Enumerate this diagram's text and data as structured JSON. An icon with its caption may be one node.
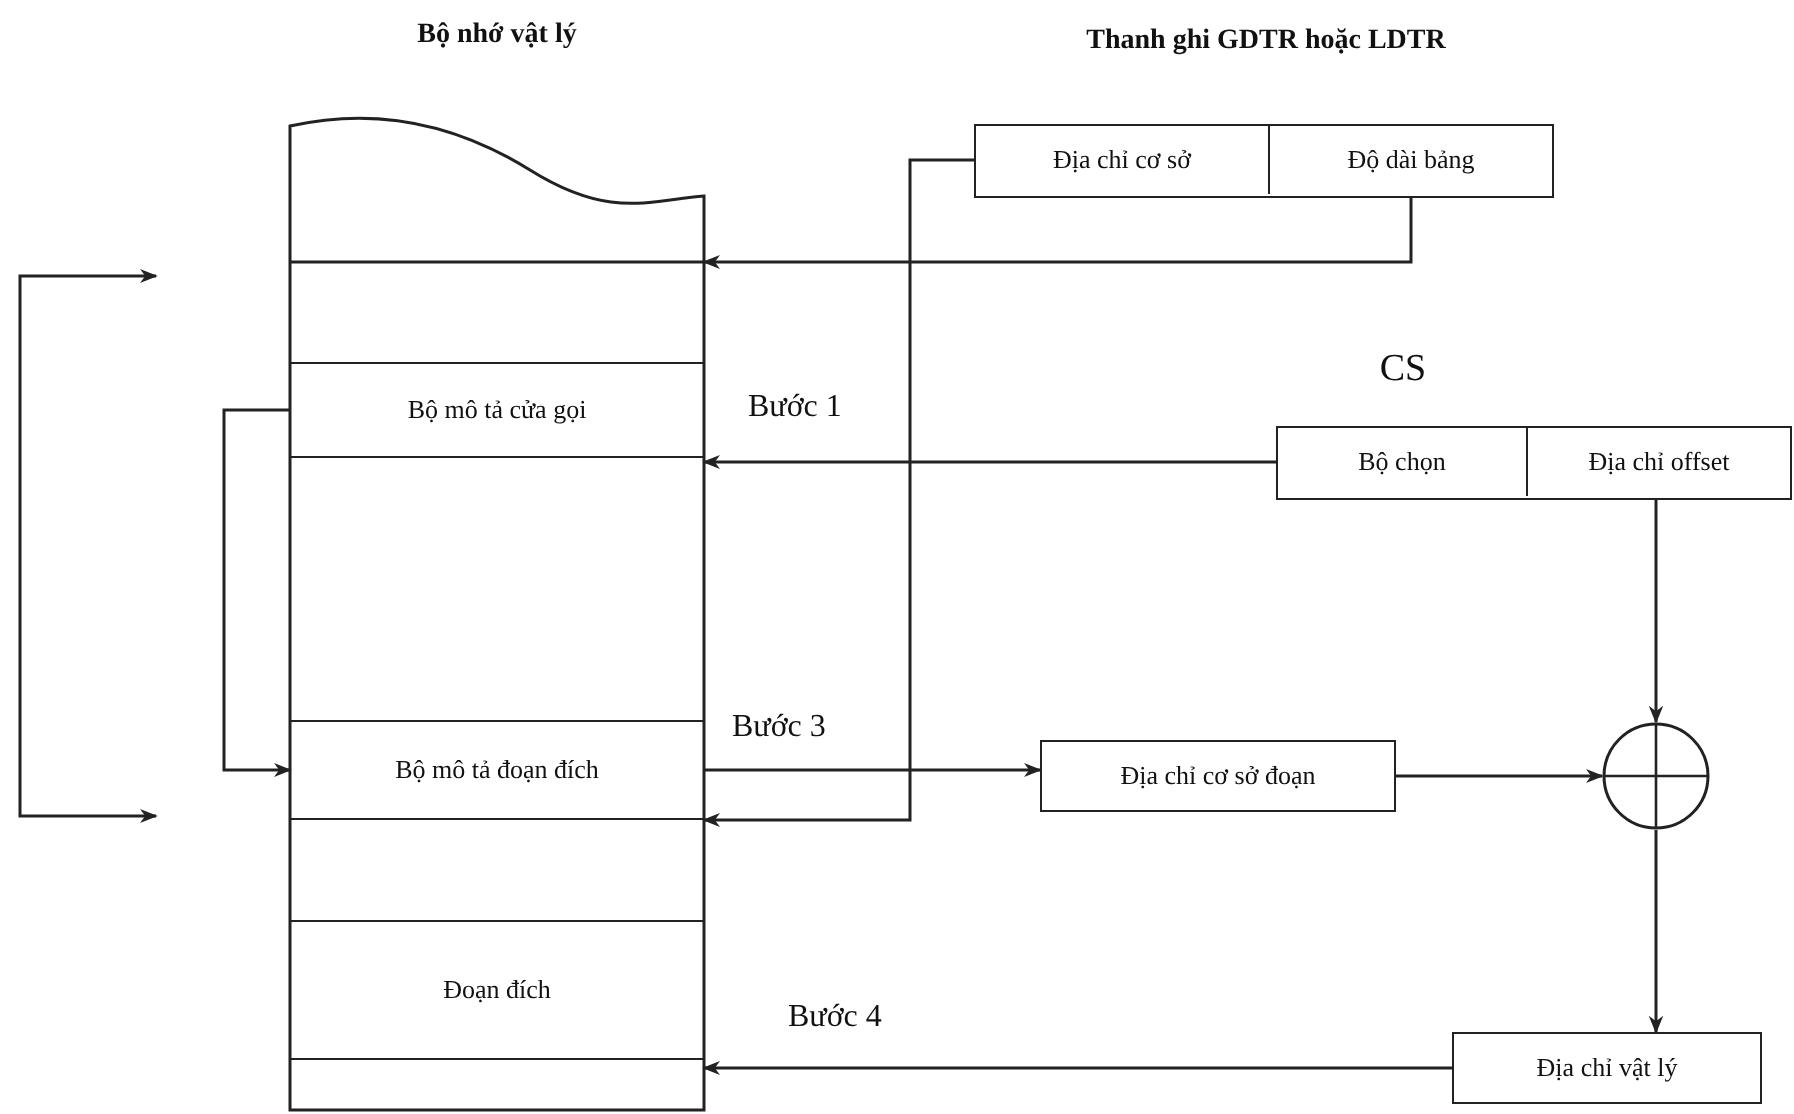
{
  "diagram": {
    "nodes": [
      {
        "text": [
          "Bộ nhớ vật lý"
        ]
      },
      {
        "text": [
          "Bộ mô tả cửa gọi"
        ],
        "in": 0
      },
      {
        "text": [
          "Bộ mô tả đoạn đích"
        ],
        "in": 0
      },
      {
        "text": [
          "Đoạn đích"
        ],
        "in": 0
      },
      {
        "text": [
          "Thanh ghi GDTR hoặc LDTR"
        ]
      },
      {
        "text": [
          "Địa chỉ cơ sở"
        ],
        "in": 4
      },
      {
        "text": [
          "Độ dài bảng"
        ],
        "in": 4
      },
      {
        "text": [
          "CS"
        ]
      },
      {
        "text": [
          "Bộ chọn"
        ],
        "in": 7
      },
      {
        "text": [
          "Địa chỉ offset"
        ],
        "in": 7
      },
      {
        "text": [
          "Địa chỉ cơ sở đoạn"
        ]
      },
      {
        "text": [],
        "shape": "circle"
      },
      {
        "text": [
          "Địa chỉ vật lý"
        ]
      }
    ],
    "edges": [
      {
        "from": 6,
        "to": 0,
        "arrow": "to"
      },
      {
        "from": 8,
        "to": 0,
        "label": "Bước 1",
        "arrow": "to"
      },
      {
        "from": 5,
        "to": 0,
        "arrow": "to"
      },
      {
        "from": 2,
        "to": 10,
        "label": "Bước 3",
        "arrow": "to"
      },
      {
        "from": 10,
        "to": 11,
        "arrow": "to"
      },
      {
        "from": 9,
        "to": 11,
        "arrow": "to"
      },
      {
        "from": 11,
        "to": 12,
        "arrow": "to"
      },
      {
        "from": 12,
        "to": 0,
        "label": "Bước 4",
        "arrow": "to"
      },
      {
        "from": 1,
        "to": 2,
        "arrow": "to"
      }
    ]
  }
}
